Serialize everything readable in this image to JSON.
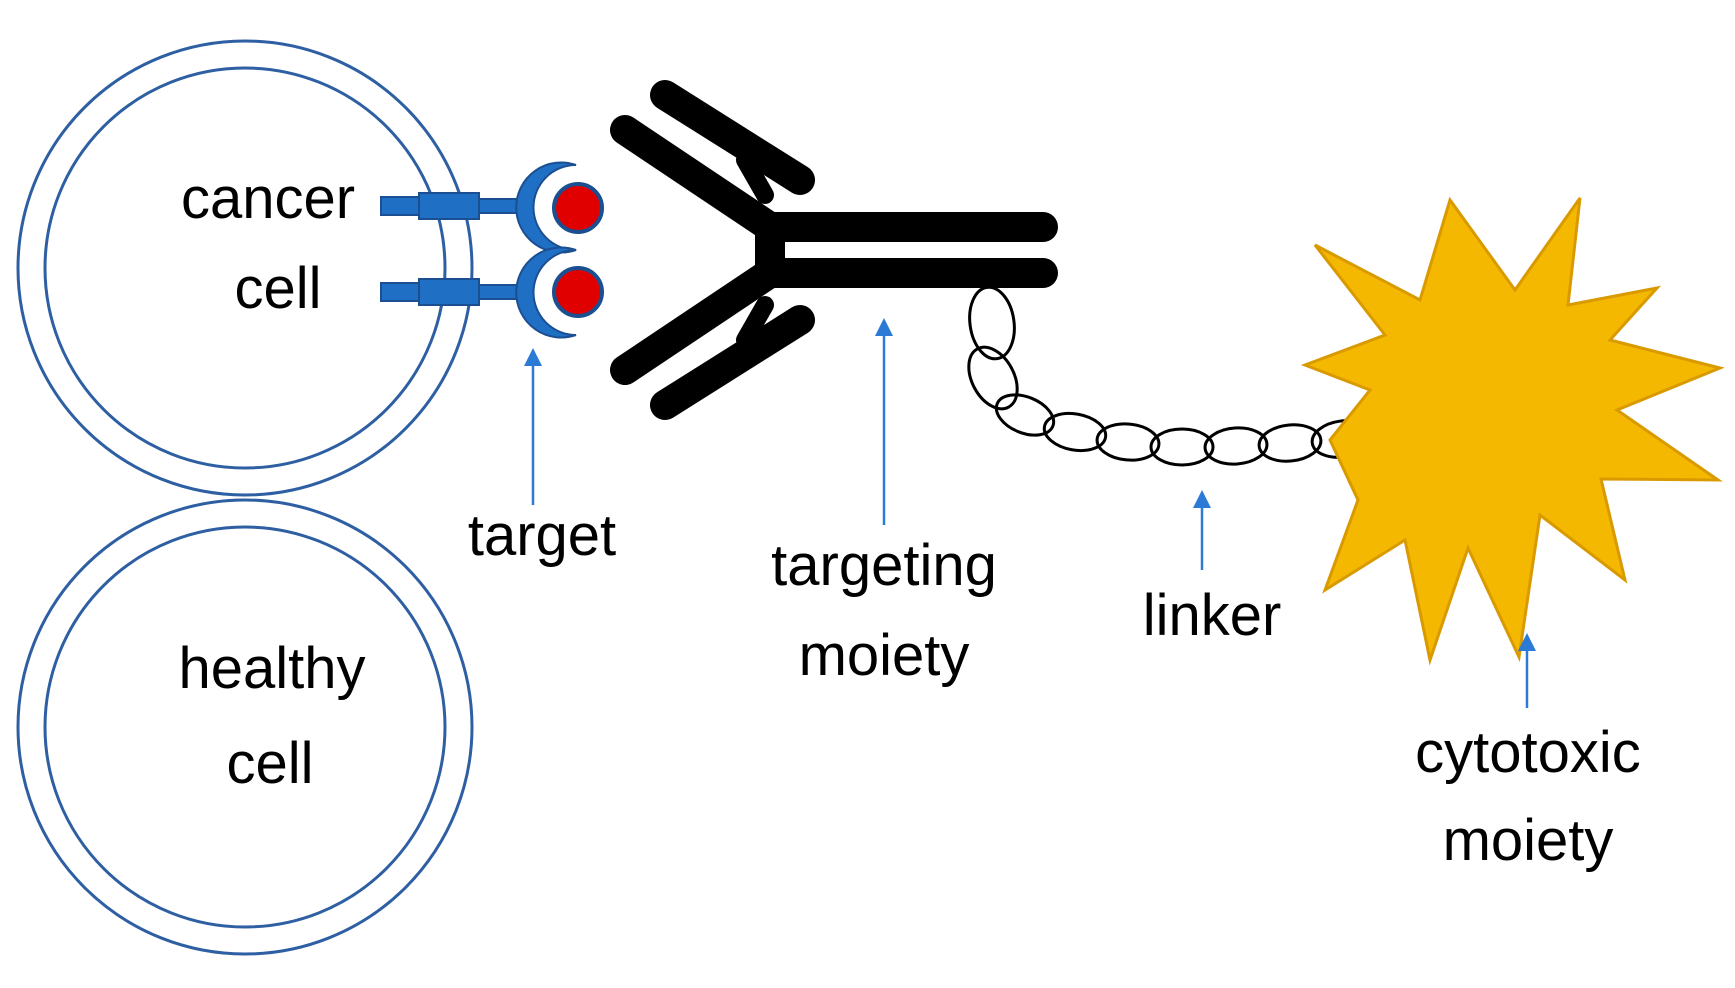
{
  "labels": {
    "cancer_cell_line1": "cancer",
    "cancer_cell_line2": "cell",
    "healthy_cell_line1": "healthy",
    "healthy_cell_line2": "cell",
    "target": "target",
    "targeting_moiety_line1": "targeting",
    "targeting_moiety_line2": "moiety",
    "linker": "linker",
    "cytotoxic_moiety_line1": "cytotoxic",
    "cytotoxic_moiety_line2": "moiety"
  },
  "colors": {
    "cell_outline": "#2e5fa3",
    "receptor": "#1f6fc5",
    "receptor_dark": "#1b4f91",
    "antigen": "#e00000",
    "antibody": "#000000",
    "linker": "#000000",
    "payload_fill": "#f5b800",
    "payload_stroke": "#d99a00",
    "pointer_arrow": "#2b7bd6"
  },
  "icons": {
    "cancer_cell": "cell-circle-icon",
    "healthy_cell": "cell-circle-icon",
    "antibody": "antibody-y-icon",
    "linker": "chain-linker-icon",
    "payload": "starburst-icon"
  }
}
